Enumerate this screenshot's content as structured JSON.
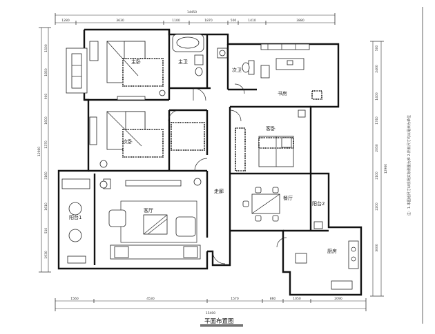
{
  "title": "平面布置图",
  "rooms": {
    "master_bedroom": "主卧",
    "master_bath": "主卫",
    "second_bath": "次卫",
    "study": "书房",
    "second_bedroom": "次卧",
    "guest_room": "客卧",
    "living_room": "客厅",
    "corridor": "走廊",
    "dining_room": "餐厅",
    "balcony_1": "阳台1",
    "balcony_2": "阳台2",
    "kitchen": "厨房"
  },
  "dimensions": {
    "top_total": "14450",
    "top_segments": [
      "1280",
      "3630",
      "1100",
      "1870",
      "500",
      "1410",
      "3880"
    ],
    "bottom_total": "15400",
    "bottom_segments": [
      "1560",
      "4530",
      "1570",
      "860",
      "1050",
      "2090"
    ],
    "left_total": "12960",
    "right_total": "12960",
    "left_segments": [
      "1500",
      "1850",
      "900",
      "1600",
      "1370",
      "3160",
      "1610",
      "510",
      "1930"
    ],
    "right_segments": [
      "500",
      "2400",
      "1400",
      "1740",
      "2050",
      "2100",
      "2200",
      "3000"
    ]
  },
  "notes": {
    "right_margin": "注：1.本图纸尺寸以现场实际测量为准 2.所有尺寸均以毫米为单位"
  }
}
